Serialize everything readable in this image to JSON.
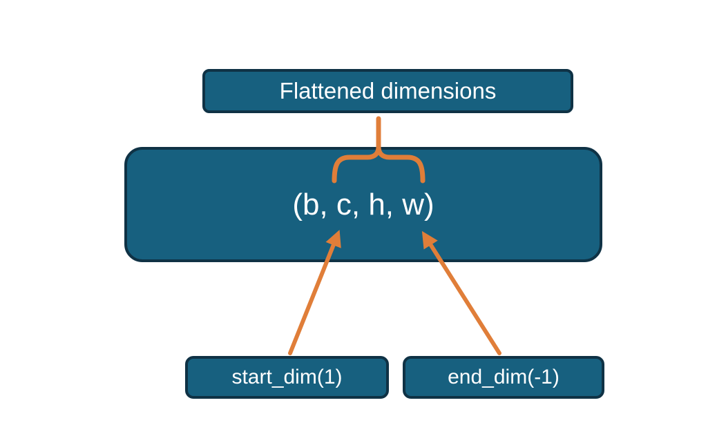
{
  "diagram": {
    "background": "#ffffff",
    "colors": {
      "box_fill": "#17607F",
      "box_border": "#0F3245",
      "text": "#FFFFFF",
      "arrow": "#E07E39"
    },
    "title_box": {
      "label": "Flattened dimensions"
    },
    "main_box": {
      "label": "(b, c, h, w)"
    },
    "start_box": {
      "label": "start_dim(1)"
    },
    "end_box": {
      "label": "end_dim(-1)"
    },
    "icons": {
      "brace": "curly-brace-down",
      "start_arrow": "arrow-up-right",
      "end_arrow": "arrow-up-left"
    }
  }
}
